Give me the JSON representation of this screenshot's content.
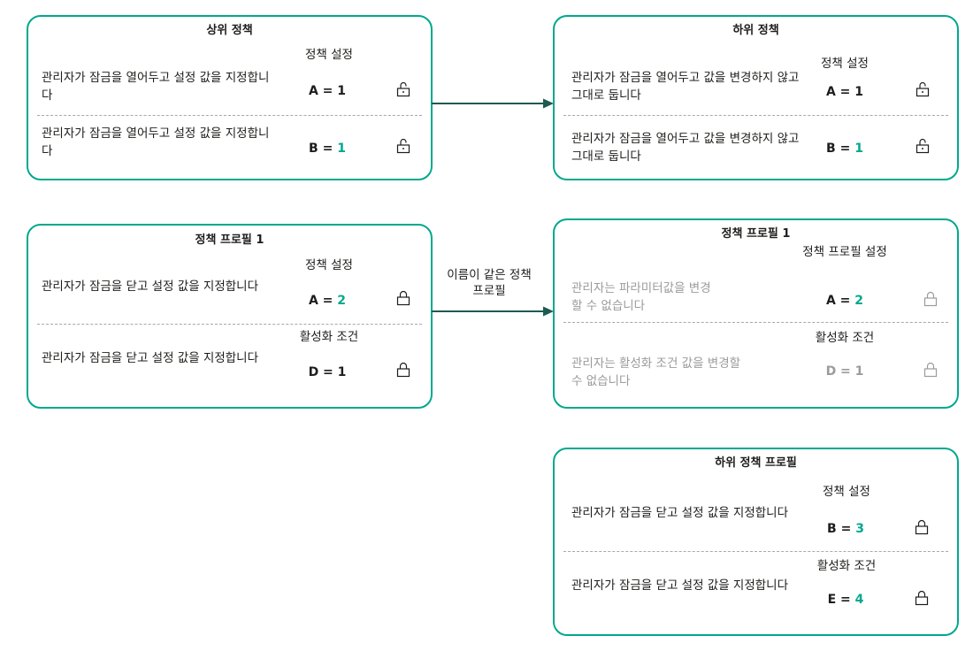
{
  "colors": {
    "border": "#00a88e",
    "accent_value": "#00a88e",
    "arrow": "#1f5a4f",
    "muted_text": "#9b9b9b",
    "text": "#1d1d1b",
    "divider": "#a8a8a8"
  },
  "parent_policy": {
    "title": "상위 정책",
    "rows": [
      {
        "column_label": "정책 설정",
        "description": "관리자가 잠금을 열어두고 설정 값을 지정합니다",
        "var": "A",
        "eq": " = ",
        "num": "1",
        "num_accent": false,
        "lock": "unlocked-icon"
      },
      {
        "column_label": "",
        "description": "관리자가 잠금을 열어두고 설정 값을 지정합니다",
        "var": "B",
        "eq": " = ",
        "num": "1",
        "num_accent": true,
        "lock": "unlocked-icon"
      }
    ]
  },
  "child_policy": {
    "title": "하위 정책",
    "rows": [
      {
        "column_label": "정책 설정",
        "description": "관리자가 잠금을 열어두고 값을 변경하지 않고 그대로 둡니다",
        "var": "A",
        "eq": " = ",
        "num": "1",
        "num_accent": false,
        "lock": "unlocked-icon"
      },
      {
        "column_label": "",
        "description": "관리자가 잠금을 열어두고 값을 변경하지 않고 그대로 둡니다",
        "var": "B",
        "eq": " = ",
        "num": "1",
        "num_accent": true,
        "lock": "unlocked-icon"
      }
    ]
  },
  "policy_profile_1": {
    "title": "정책 프로필 1",
    "rows": [
      {
        "column_label": "정책 설정",
        "description": "관리자가 잠금을 닫고 설정 값을 지정합니다",
        "var": "A",
        "eq": " = ",
        "num": "2",
        "num_accent": true,
        "lock": "locked-icon"
      },
      {
        "column_label": "활성화 조건",
        "description": "관리자가 잠금을 닫고 설정 값을 지정합니다",
        "var": "D",
        "eq": " = ",
        "num": "1",
        "num_accent": false,
        "lock": "locked-icon"
      }
    ]
  },
  "inherited_profile_1": {
    "title": "정책 프로필 1",
    "rows": [
      {
        "column_label": "정책 프로필 설정",
        "description": "관리자는 파라미터값을 변경할 수 없습니다",
        "var": "A",
        "eq": " = ",
        "num": "2",
        "num_accent": true,
        "lock": "locked-icon"
      },
      {
        "column_label": "활성화 조건",
        "description": "관리자는 활성화 조건 값을 변경할 수 없습니다",
        "var": "D",
        "eq": " = ",
        "num": "1",
        "num_accent": false,
        "lock": "locked-icon"
      }
    ]
  },
  "child_policy_profile": {
    "title": "하위 정책 프로필",
    "rows": [
      {
        "column_label": "정책 설정",
        "description": "관리자가 잠금을 닫고 설정 값을 지정합니다",
        "var": "B",
        "eq": " = ",
        "num": "3",
        "num_accent": true,
        "lock": "locked-icon"
      },
      {
        "column_label": "활성화 조건",
        "description": "관리자가 잠금을 닫고 설정 값을 지정합니다",
        "var": "E",
        "eq": " = ",
        "num": "4",
        "num_accent": true,
        "lock": "locked-icon"
      }
    ]
  },
  "arrows": {
    "policy_inheritance_label": "",
    "profile_inheritance_label": "이름이 같은 정책 프로필"
  }
}
